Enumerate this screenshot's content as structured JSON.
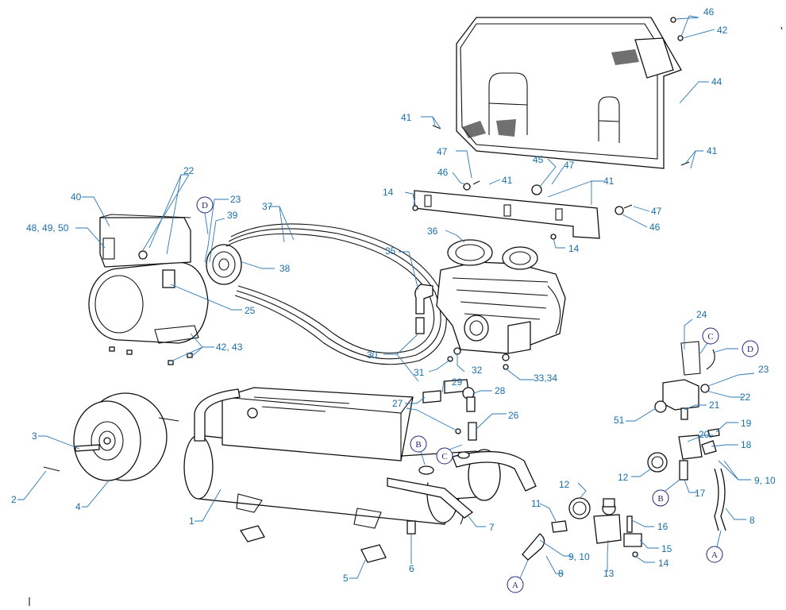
{
  "callouts": [
    {
      "id": "c1",
      "text": "1"
    },
    {
      "id": "c2",
      "text": "2"
    },
    {
      "id": "c3",
      "text": "3"
    },
    {
      "id": "c4",
      "text": "4"
    },
    {
      "id": "c5",
      "text": "5"
    },
    {
      "id": "c6",
      "text": "6"
    },
    {
      "id": "c7",
      "text": "7"
    },
    {
      "id": "c8a",
      "text": "8"
    },
    {
      "id": "c8b",
      "text": "8"
    },
    {
      "id": "c910a",
      "text": "9, 10"
    },
    {
      "id": "c910b",
      "text": "9, 10"
    },
    {
      "id": "c11",
      "text": "11"
    },
    {
      "id": "c12a",
      "text": "12"
    },
    {
      "id": "c12b",
      "text": "12"
    },
    {
      "id": "c13",
      "text": "13"
    },
    {
      "id": "c14a",
      "text": "14"
    },
    {
      "id": "c14b",
      "text": "14"
    },
    {
      "id": "c14c",
      "text": "14"
    },
    {
      "id": "c15",
      "text": "15"
    },
    {
      "id": "c16",
      "text": "16"
    },
    {
      "id": "c17",
      "text": "17"
    },
    {
      "id": "c18",
      "text": "18"
    },
    {
      "id": "c19",
      "text": "19"
    },
    {
      "id": "c20",
      "text": "20"
    },
    {
      "id": "c21",
      "text": "21"
    },
    {
      "id": "c22a",
      "text": "22"
    },
    {
      "id": "c22b",
      "text": "22"
    },
    {
      "id": "c23a",
      "text": "23"
    },
    {
      "id": "c23b",
      "text": "23"
    },
    {
      "id": "c24",
      "text": "24"
    },
    {
      "id": "c25",
      "text": "25"
    },
    {
      "id": "c26",
      "text": "26"
    },
    {
      "id": "c27",
      "text": "27"
    },
    {
      "id": "c28",
      "text": "28"
    },
    {
      "id": "c29",
      "text": "29"
    },
    {
      "id": "c30",
      "text": "30"
    },
    {
      "id": "c31",
      "text": "31"
    },
    {
      "id": "c32",
      "text": "32"
    },
    {
      "id": "c3334",
      "text": "33,34"
    },
    {
      "id": "c35",
      "text": "35"
    },
    {
      "id": "c36",
      "text": "36"
    },
    {
      "id": "c37",
      "text": "37"
    },
    {
      "id": "c38",
      "text": "38"
    },
    {
      "id": "c39",
      "text": "39"
    },
    {
      "id": "c40",
      "text": "40"
    },
    {
      "id": "c41a",
      "text": "41"
    },
    {
      "id": "c41b",
      "text": "41"
    },
    {
      "id": "c41c",
      "text": "41"
    },
    {
      "id": "c41d",
      "text": "41"
    },
    {
      "id": "c42",
      "text": "42"
    },
    {
      "id": "c4243",
      "text": "42, 43"
    },
    {
      "id": "c44",
      "text": "44"
    },
    {
      "id": "c45",
      "text": "45"
    },
    {
      "id": "c46a",
      "text": "46"
    },
    {
      "id": "c46b",
      "text": "46"
    },
    {
      "id": "c46c",
      "text": "46"
    },
    {
      "id": "c47a",
      "text": "47"
    },
    {
      "id": "c47b",
      "text": "47"
    },
    {
      "id": "c47c",
      "text": "47"
    },
    {
      "id": "c484950",
      "text": "48, 49, 50"
    },
    {
      "id": "c51",
      "text": "51"
    }
  ],
  "connector_refs": [
    {
      "id": "rA1",
      "text": "A"
    },
    {
      "id": "rA2",
      "text": "A"
    },
    {
      "id": "rB1",
      "text": "B"
    },
    {
      "id": "rB2",
      "text": "B"
    },
    {
      "id": "rC1",
      "text": "C"
    },
    {
      "id": "rC2",
      "text": "C"
    },
    {
      "id": "rD1",
      "text": "D"
    },
    {
      "id": "rD2",
      "text": "D"
    }
  ]
}
